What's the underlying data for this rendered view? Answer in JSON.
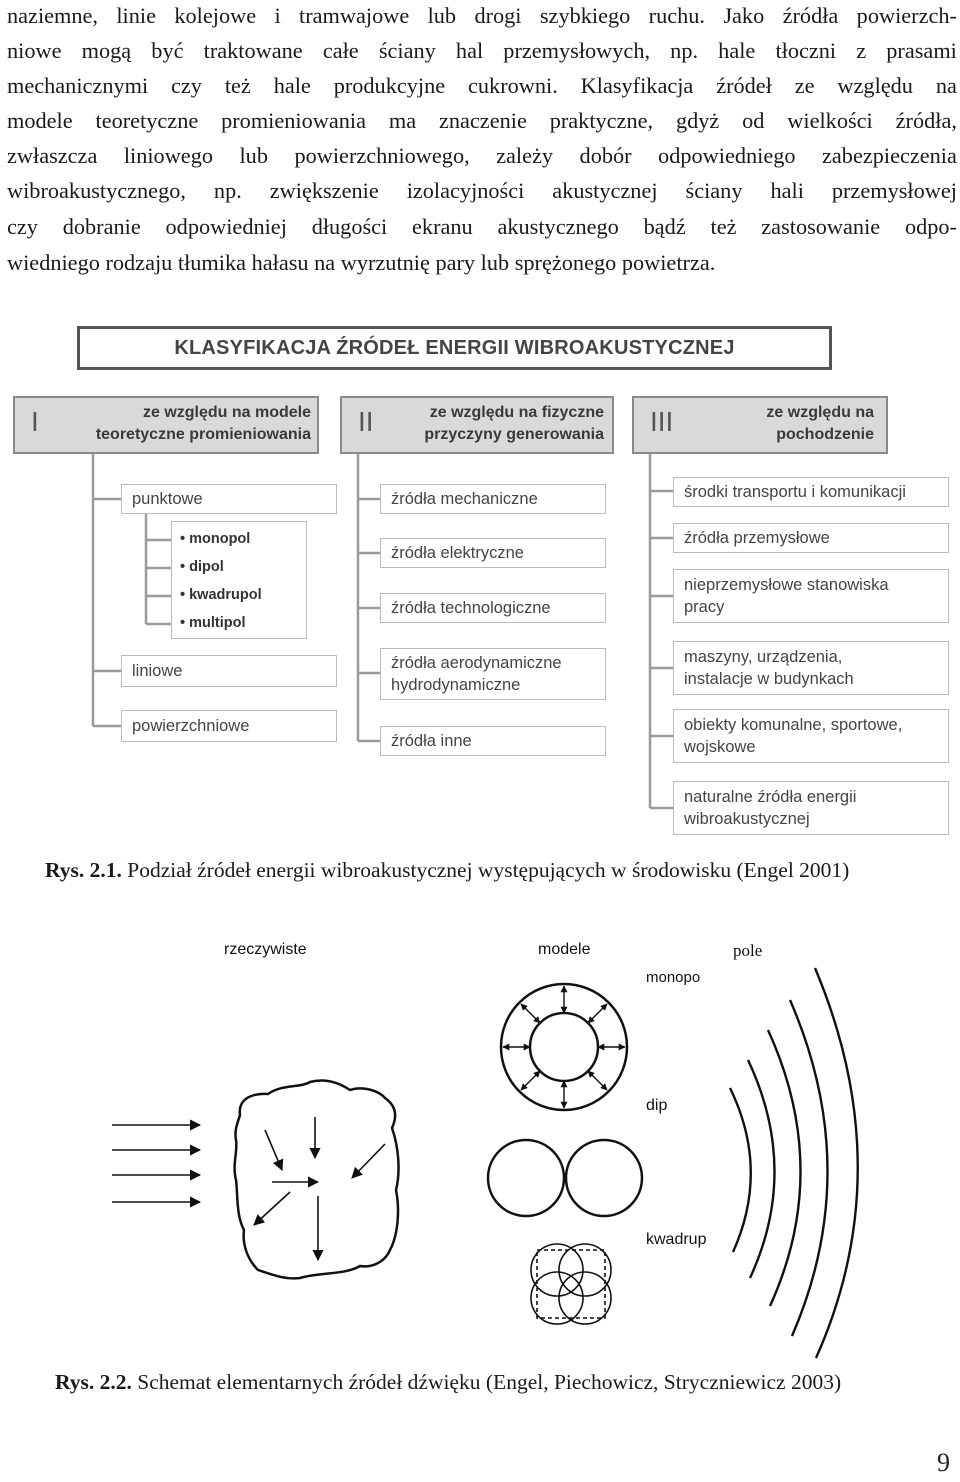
{
  "paragraph": {
    "lines": [
      [
        "naziemne,",
        "linie",
        "kolejowe",
        "i",
        "tramwajowe",
        "lub",
        "drogi",
        "szybkiego",
        "ruchu.",
        "Jako",
        "źródła",
        "powierzch-"
      ],
      [
        "niowe",
        "mogą",
        "być",
        "traktowane",
        "całe",
        "ściany",
        "hal",
        "przemysłowych,",
        "np.",
        "hale",
        "tłoczni",
        "z",
        "prasami"
      ],
      [
        "mechanicznymi",
        "czy",
        "też",
        "hale",
        "produkcyjne",
        "cukrowni.",
        "Klasyfikacja",
        "źródeł",
        "ze",
        "względu",
        "na"
      ],
      [
        "modele",
        "teoretyczne",
        "promieniowania",
        "ma",
        "znaczenie",
        "praktyczne,",
        "gdyż",
        "od",
        "wielkości",
        "źródła,"
      ],
      [
        "zwłaszcza",
        "liniowego",
        "lub",
        "powierzchniowego,",
        "zależy",
        "dobór",
        "odpowiedniego",
        "zabezpieczenia"
      ],
      [
        "wibroakustycznego,",
        "np.",
        "zwiększenie",
        "izolacyjności",
        "akustycznej",
        "ściany",
        "hali",
        "przemysłowej"
      ],
      [
        "czy",
        "dobranie",
        "odpowiedniej",
        "długości",
        "ekranu",
        "akustycznego",
        "bądź",
        "też",
        "zastosowanie",
        "odpo-"
      ],
      [
        "wiedniego rodzaju tłumika hałasu na wyrzutnię pary lub sprężonego powietrza."
      ]
    ]
  },
  "figure1": {
    "title": "KLASYFIKACJA ŹRÓDEŁ ENERGII WIBROAKUSTYCZNEJ",
    "categories": [
      {
        "roman": "I",
        "line1": "ze względu na modele",
        "line2": "teoretyczne promieniowania"
      },
      {
        "roman": "II",
        "line1": "ze względu na fizyczne",
        "line2": "przyczyny generowania"
      },
      {
        "roman": "III",
        "line1": "ze względu na",
        "line2": "pochodzenie"
      }
    ],
    "col1": {
      "punktowe": "punktowe",
      "sub": [
        "• monopol",
        "• dipol",
        "• kwadrupol",
        "• multipol"
      ],
      "liniowe": "liniowe",
      "powierzchniowe": "powierzchniowe"
    },
    "col2": [
      {
        "line1": "źródła mechaniczne",
        "line2": ""
      },
      {
        "line1": "źródła elektryczne",
        "line2": ""
      },
      {
        "line1": "źródła technologiczne",
        "line2": ""
      },
      {
        "line1": "źródła aerodynamiczne",
        "line2": "hydrodynamiczne"
      },
      {
        "line1": "źródła inne",
        "line2": ""
      }
    ],
    "col3": [
      {
        "line1": "środki transportu i komunikacji",
        "line2": ""
      },
      {
        "line1": "źródła przemysłowe",
        "line2": ""
      },
      {
        "line1": "nieprzemysłowe stanowiska",
        "line2": "pracy"
      },
      {
        "line1": "maszyny, urządzenia,",
        "line2": "instalacje w budynkach"
      },
      {
        "line1": "obiekty komunalne, sportowe,",
        "line2": "wojskowe"
      },
      {
        "line1": "naturalne źródła energii",
        "line2": "wibroakustycznej"
      }
    ],
    "caption_label": "Rys. 2.1.",
    "caption_text": " Podział źródeł energii wibroakustycznej występujących w środowisku (Engel 2001)"
  },
  "figure2": {
    "label_real": "rzeczywiste",
    "label_models": "modele",
    "label_field": "pole",
    "label_monopole": "monopo",
    "label_dipole": "dip",
    "label_quadrupole": "kwadrup",
    "caption_label": "Rys. 2.2.",
    "caption_text": " Schemat elementarnych źródeł dźwięku (Engel, Piechowicz, Stryczniewicz 2003)"
  },
  "page_number": "9"
}
